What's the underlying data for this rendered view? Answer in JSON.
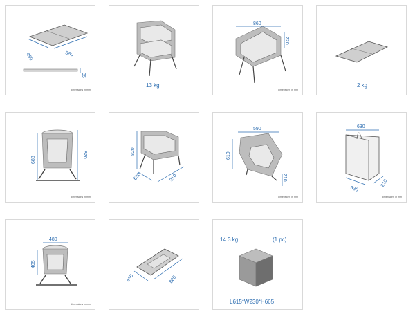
{
  "tiles": [
    {
      "id": "mattress-dimensions",
      "dims": [
        "490",
        "860",
        "35"
      ],
      "footnote": "dimensions in mm"
    },
    {
      "id": "crib-weight",
      "caption": "13 kg"
    },
    {
      "id": "crib-bed-dimensions",
      "dims": [
        "860",
        "220"
      ],
      "footnote": "dimensions in mm"
    },
    {
      "id": "mattress-weight",
      "caption": "2 kg"
    },
    {
      "id": "crib-front-dimensions",
      "dims": [
        "688",
        "820"
      ],
      "footnote": "dimensions in mm"
    },
    {
      "id": "crib-side-dimensions",
      "dims": [
        "820",
        "630",
        "910"
      ]
    },
    {
      "id": "crib-folded-dimensions",
      "dims": [
        "590",
        "610",
        "210"
      ],
      "footnote": "dimensions in mm"
    },
    {
      "id": "bag-dimensions",
      "dims": [
        "630",
        "630",
        "210"
      ],
      "footnote": "dimensions in mm"
    },
    {
      "id": "crib-lowest-dimensions",
      "dims": [
        "480",
        "405"
      ],
      "footnote": "dimensions in mm"
    },
    {
      "id": "base-dimensions",
      "dims": [
        "460",
        "885"
      ]
    },
    {
      "id": "package-info",
      "weight": "14.3 kg",
      "pieces": "(1 pc)",
      "size": "L615*W230*H665"
    }
  ]
}
